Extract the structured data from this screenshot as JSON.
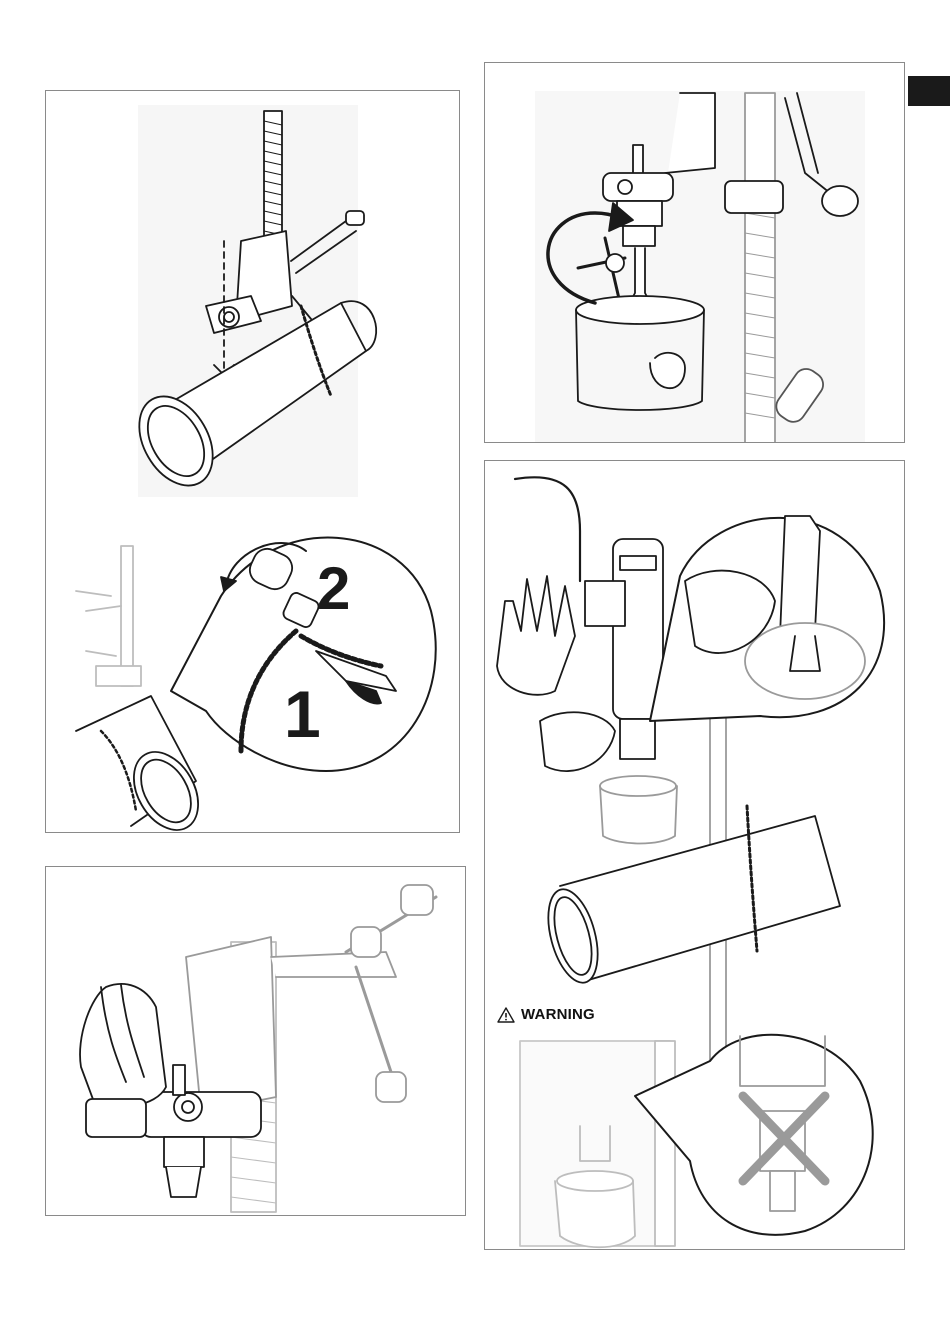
{
  "warning": {
    "label": "WARNING",
    "icon": "warning-triangle-icon"
  },
  "steps": {
    "step1": "1",
    "step2": "2"
  },
  "colors": {
    "ink": "#1a1a1a",
    "light_line": "#bdbdbd",
    "cross": "#9a9a9a",
    "tab": "#1a1a1a"
  }
}
